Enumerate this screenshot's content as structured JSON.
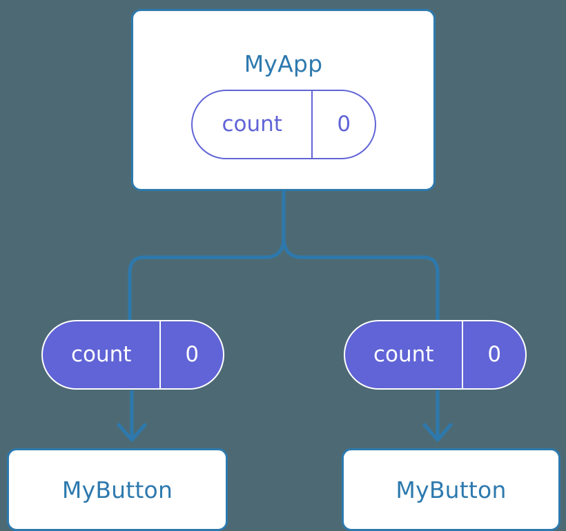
{
  "diagram": {
    "type": "react-component-prop-drilling-tree",
    "background_color": "#4d6a74",
    "accent_blue": "#2d79ae",
    "accent_purple": "#6064d6",
    "surface_color": "#ffffff"
  },
  "root": {
    "title": "MyApp",
    "state": {
      "key": "count",
      "value": "0"
    }
  },
  "branches": [
    {
      "prop": {
        "key": "count",
        "value": "0"
      },
      "child": {
        "title": "MyButton"
      }
    },
    {
      "prop": {
        "key": "count",
        "value": "0"
      },
      "child": {
        "title": "MyButton"
      }
    }
  ],
  "connectors": {
    "trunk_label": "state-to-children-trunk",
    "arrow_label": "prop-to-child-arrow"
  }
}
